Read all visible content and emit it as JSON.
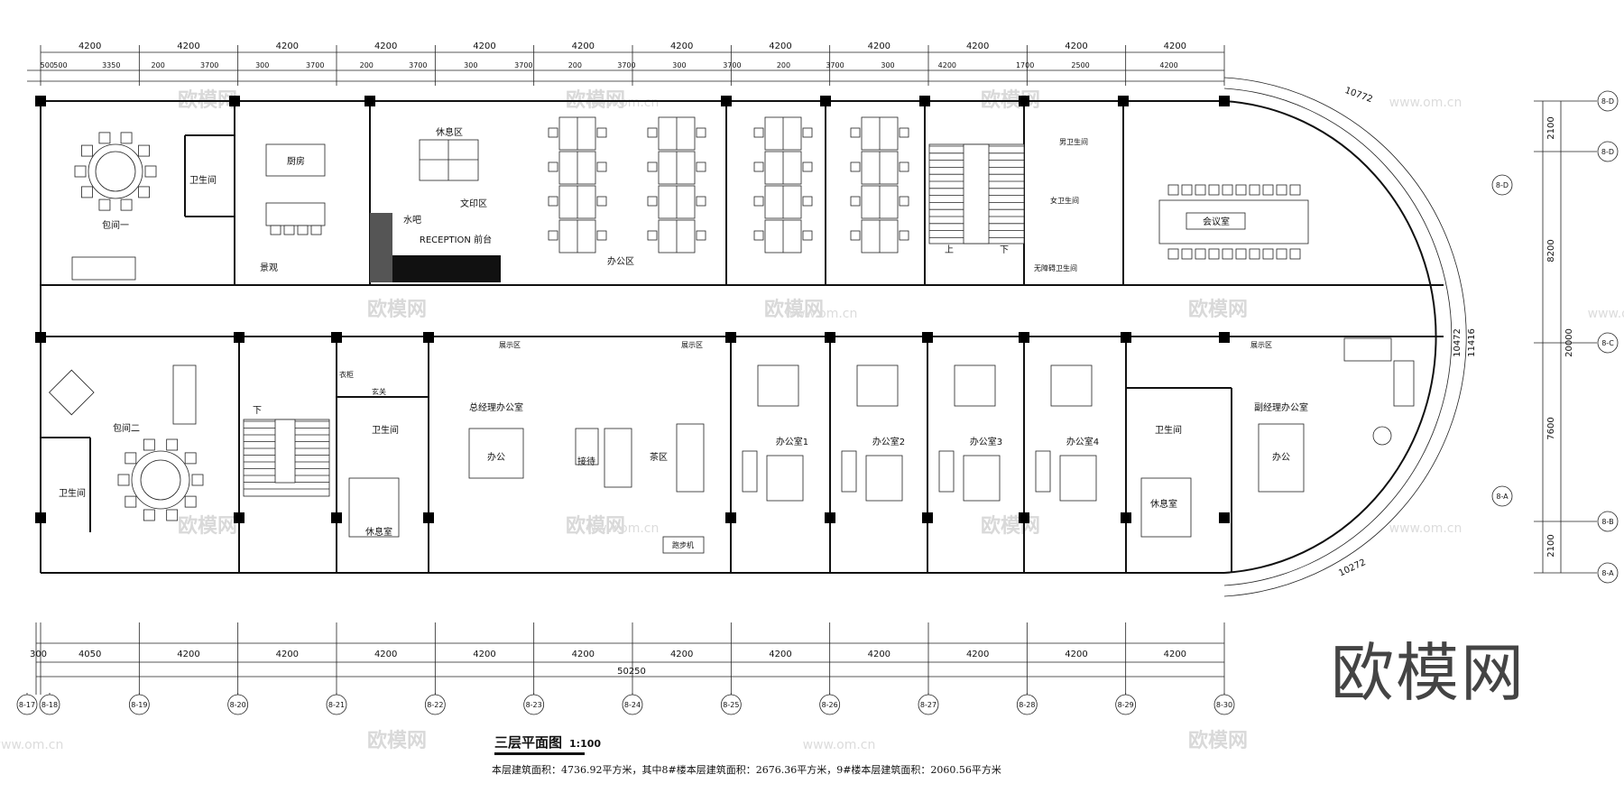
{
  "drawing": {
    "title": "三层平面图",
    "scale": "1:100",
    "area_note": "本层建筑面积：4736.92平方米，其中8#楼本层建筑面积：2676.36平方米，9#楼本层建筑面积：2060.56平方米"
  },
  "brand": {
    "logo_text": "欧模网",
    "watermark_text": "欧模网",
    "watermark_url": "www.om.cn"
  },
  "dimensions": {
    "top_main": [
      "4200",
      "4200",
      "4200",
      "4200",
      "4200",
      "4200",
      "4200",
      "4200",
      "4200",
      "4200",
      "4200",
      "4200"
    ],
    "top_sub": [
      "500",
      "500",
      "3350",
      "200",
      "3700",
      "300",
      "3700",
      "200",
      "3700",
      "300",
      "3700",
      "200",
      "3700",
      "300",
      "3700",
      "200",
      "3700",
      "300",
      "4200",
      "1700",
      "2500",
      "4200"
    ],
    "bottom_main": [
      "300",
      "4050",
      "4200",
      "4200",
      "4200",
      "4200",
      "4200",
      "4200",
      "4200",
      "4200",
      "4200",
      "4200",
      "4200"
    ],
    "bottom_total": "50250",
    "right": [
      "2100",
      "8200",
      "7600",
      "2100"
    ],
    "right_total": "20000",
    "arc": [
      "10772",
      "10472",
      "11416",
      "10272"
    ]
  },
  "axes": {
    "bottom": [
      "8-17",
      "8-18",
      "8-19",
      "8-20",
      "8-21",
      "8-22",
      "8-23",
      "8-24",
      "8-25",
      "8-26",
      "8-27",
      "8-28",
      "8-29",
      "8-30"
    ],
    "right": [
      "8-D",
      "8-D",
      "8-C",
      "8-B",
      "8-A"
    ],
    "arc": [
      "8-D",
      "8-A"
    ]
  },
  "rooms": {
    "box1": "包间一",
    "box2": "包间二",
    "wc1": "卫生间",
    "wc2": "卫生间",
    "wc3": "卫生间",
    "wc4": "卫生间",
    "kitchen": "厨房",
    "lounge": "休息区",
    "print": "文印区",
    "bar": "水吧",
    "reception": "RECEPTION 前台",
    "landscape": "景观",
    "office_area": "办公区",
    "up": "上",
    "down": "下",
    "down2": "下",
    "men_wc": "男卫生间",
    "women_wc": "女卫生间",
    "acc_wc": "无障碍卫生间",
    "meeting": "会议室",
    "gm_office": "总经理办公室",
    "office_gm": "办公",
    "reception_area": "接待",
    "tea": "茶区",
    "rest1": "休息室",
    "rest2": "休息室",
    "office1": "办公室1",
    "office2": "办公室2",
    "office3": "办公室3",
    "office4": "办公室4",
    "vgm_office": "副经理办公室",
    "office_vgm": "办公",
    "display1": "展示区",
    "display2": "展示区",
    "display3": "展示区",
    "porch": "玄关",
    "closet": "衣柜",
    "treadmill": "跑步机"
  }
}
